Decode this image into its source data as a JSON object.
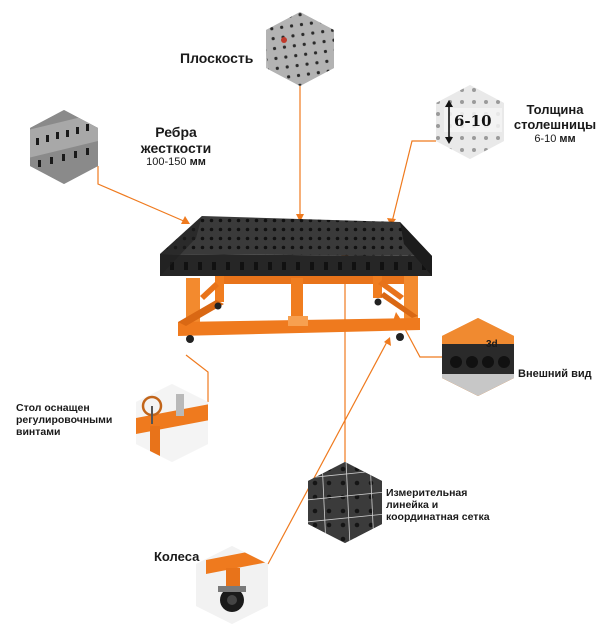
{
  "labels": {
    "surface": "Плоскость",
    "ribs_title_1": "Ребра",
    "ribs_title_2": "жесткости",
    "ribs_range": "100-150",
    "ribs_unit": "мм",
    "thickness_title_1": "Толщина",
    "thickness_title_2": "столешницы",
    "thickness_range": "6-10",
    "thickness_unit": "мм",
    "thickness_badge": "6-10",
    "appearance": "Внешний вид",
    "screws_1": "Стол оснащен",
    "screws_2": "регулировочными",
    "screws_3": "винтами",
    "ruler_1": "Измерительная",
    "ruler_2": "линейка и",
    "ruler_3": "координатная сетка",
    "wheels": "Колеса",
    "brand_mark": "3d"
  },
  "colors": {
    "accent": "#ef7a1e",
    "table_top": "#2d2d2d",
    "frame": "#f07d1f",
    "hexagon_bg": "#8c8c8c"
  }
}
